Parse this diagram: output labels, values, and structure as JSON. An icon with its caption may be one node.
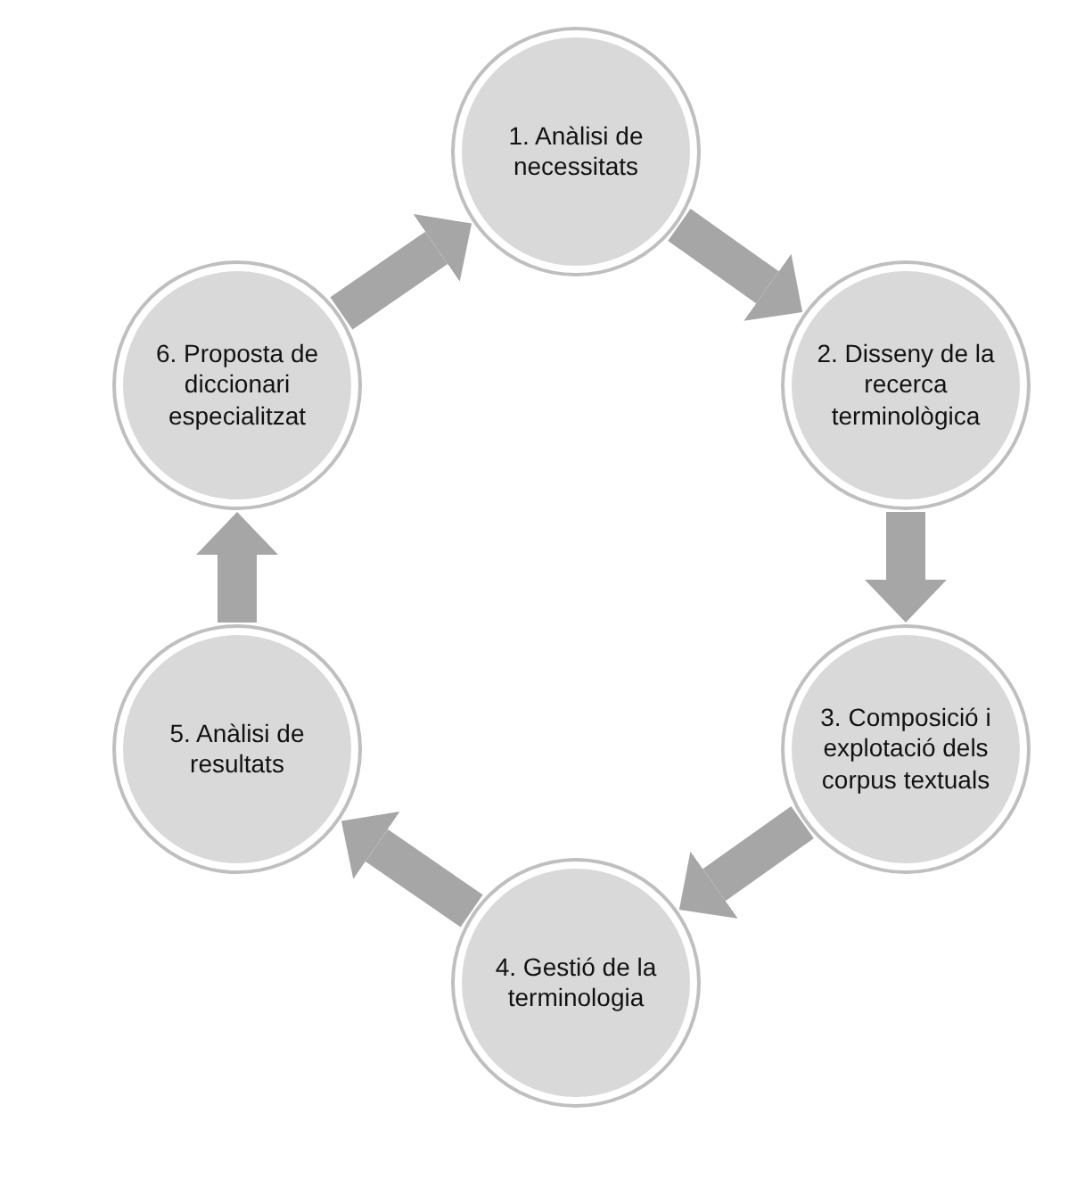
{
  "diagram": {
    "nodes": [
      {
        "text": [
          "1. Anàlisi de necessitats"
        ]
      },
      {
        "text": [
          "2. Disseny de la recerca terminològica"
        ]
      },
      {
        "text": [
          "3. Composició i explotació dels corpus textuals"
        ]
      },
      {
        "text": [
          "4. Gestió de la terminologia"
        ]
      },
      {
        "text": [
          "5. Anàlisi de resultats"
        ]
      },
      {
        "text": [
          "6. Proposta de diccionari especialitzat"
        ]
      }
    ],
    "edges": [
      {
        "from": 0,
        "to": 1,
        "arrow": "to"
      },
      {
        "from": 1,
        "to": 2,
        "arrow": "to"
      },
      {
        "from": 2,
        "to": 3,
        "arrow": "to"
      },
      {
        "from": 3,
        "to": 4,
        "arrow": "to"
      },
      {
        "from": 4,
        "to": 5,
        "arrow": "to"
      },
      {
        "from": 5,
        "to": 0,
        "arrow": "to"
      }
    ]
  }
}
